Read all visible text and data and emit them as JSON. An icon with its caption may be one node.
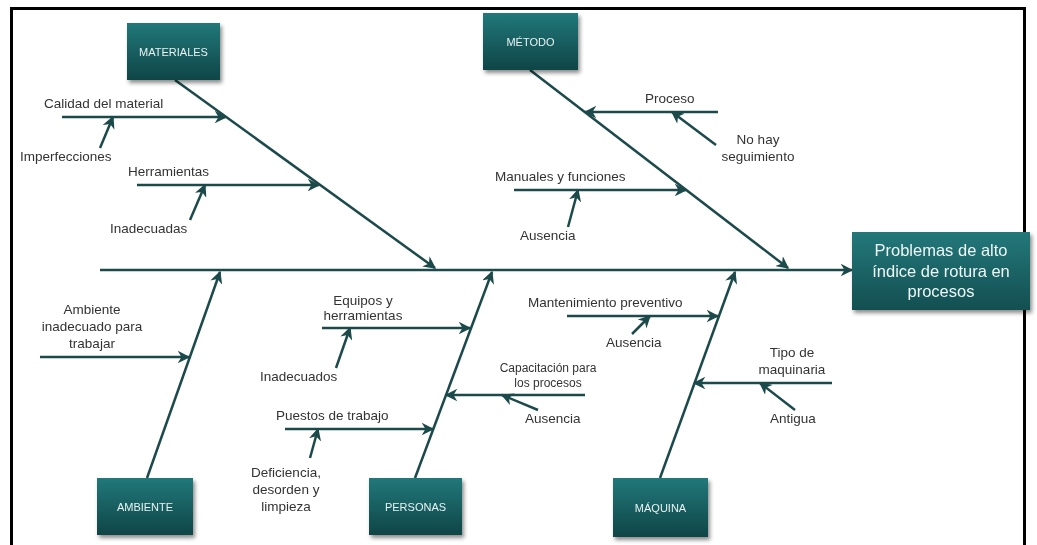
{
  "diagram": {
    "nodes": [
      {
        "text": [
          "MATERIALES"
        ]
      },
      {
        "text": [
          "Calidad del material"
        ]
      },
      {
        "text": [
          "Imperfecciones"
        ]
      },
      {
        "text": [
          "Herramientas"
        ]
      },
      {
        "text": [
          "Inadecuadas"
        ]
      },
      {
        "text": [
          "MÉTODO"
        ]
      },
      {
        "text": [
          "Proceso"
        ]
      },
      {
        "text": [
          "No hay seguimiento"
        ]
      },
      {
        "text": [
          "Manuales y funciones"
        ]
      },
      {
        "text": [
          "Ausencia"
        ]
      },
      {
        "text": [
          "Problemas de alto índice de rotura en procesos"
        ]
      },
      {
        "text": [
          "AMBIENTE"
        ]
      },
      {
        "text": [
          "Ambiente inadecuado para trabajar"
        ]
      },
      {
        "text": [
          "PERSONAS"
        ]
      },
      {
        "text": [
          "Equipos y herramientas"
        ]
      },
      {
        "text": [
          "Inadecuados"
        ]
      },
      {
        "text": [
          "Capacitación para los procesos"
        ]
      },
      {
        "text": [
          "Ausencia"
        ]
      },
      {
        "text": [
          "Puestos de trabajo"
        ]
      },
      {
        "text": [
          "Deficiencia, desorden y limpieza"
        ]
      },
      {
        "text": [
          "MÁQUINA"
        ]
      },
      {
        "text": [
          "Mantenimiento preventivo"
        ]
      },
      {
        "text": [
          "Ausencia"
        ]
      },
      {
        "text": [
          "Tipo de maquinaria"
        ]
      },
      {
        "text": [
          "Antigua"
        ]
      }
    ],
    "edges": [
      {
        "from": 0,
        "to": null,
        "arrow": "to"
      },
      {
        "from": 5,
        "to": null,
        "arrow": "to"
      },
      {
        "from": 11,
        "to": null,
        "arrow": "to"
      },
      {
        "from": 13,
        "to": null,
        "arrow": "to"
      },
      {
        "from": 20,
        "to": null,
        "arrow": "to"
      },
      {
        "from": null,
        "to": 10,
        "arrow": "to"
      },
      {
        "from": 1,
        "to": null,
        "arrow": "to"
      },
      {
        "from": 2,
        "to": 1,
        "arrow": "to"
      },
      {
        "from": 3,
        "to": null,
        "arrow": "to"
      },
      {
        "from": 4,
        "to": 3,
        "arrow": "to"
      },
      {
        "from": 6,
        "to": null,
        "arrow": "to"
      },
      {
        "from": 7,
        "to": 6,
        "arrow": "to"
      },
      {
        "from": 8,
        "to": null,
        "arrow": "to"
      },
      {
        "from": 9,
        "to": 8,
        "arrow": "to"
      },
      {
        "from": 12,
        "to": null,
        "arrow": "to"
      },
      {
        "from": 14,
        "to": null,
        "arrow": "to"
      },
      {
        "from": 15,
        "to": 14,
        "arrow": "to"
      },
      {
        "from": 16,
        "to": null,
        "arrow": "to"
      },
      {
        "from": 17,
        "to": 16,
        "arrow": "to"
      },
      {
        "from": 18,
        "to": null,
        "arrow": "to"
      },
      {
        "from": 19,
        "to": 18,
        "arrow": "to"
      },
      {
        "from": 21,
        "to": null,
        "arrow": "to"
      },
      {
        "from": 22,
        "to": 21,
        "arrow": "to"
      },
      {
        "from": 23,
        "to": null,
        "arrow": "to"
      },
      {
        "from": 24,
        "to": 23,
        "arrow": "to"
      }
    ]
  }
}
